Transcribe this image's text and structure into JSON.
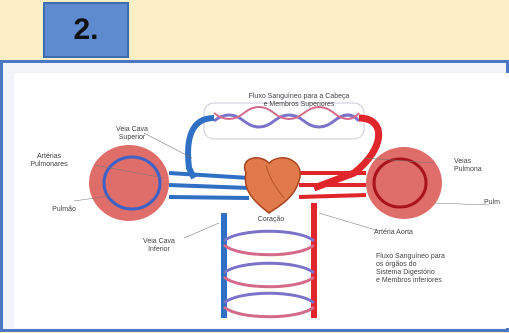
{
  "slide": {
    "number": "2."
  },
  "diagram": {
    "labels": {
      "top_flow": "Fluxo Sanguíneo para a Cabeça\ne Membros Superiores",
      "sup_cava": "Veia Cava\nSuperior",
      "pulm_arteries": "Artérias\nPulmonares",
      "pulm_veins": "Veias\nPulmona",
      "lung_left": "Pulmão",
      "lung_right": "Pulm",
      "heart": "Coração",
      "inf_cava": "Veia Cava\nInferior",
      "aorta": "Artéria Aorta",
      "bottom_flow": "Fluxo Sanguíneo para\nos órgãos do\nSistema Digestório\ne Membros inferiores"
    }
  },
  "colors": {
    "background": "#fcefc6",
    "number_box": "#5e8ad0",
    "frame_border": "#4a78c2",
    "artery_red": "#e0262a",
    "vein_blue": "#2f6fc4",
    "lung": "#d9534f"
  }
}
